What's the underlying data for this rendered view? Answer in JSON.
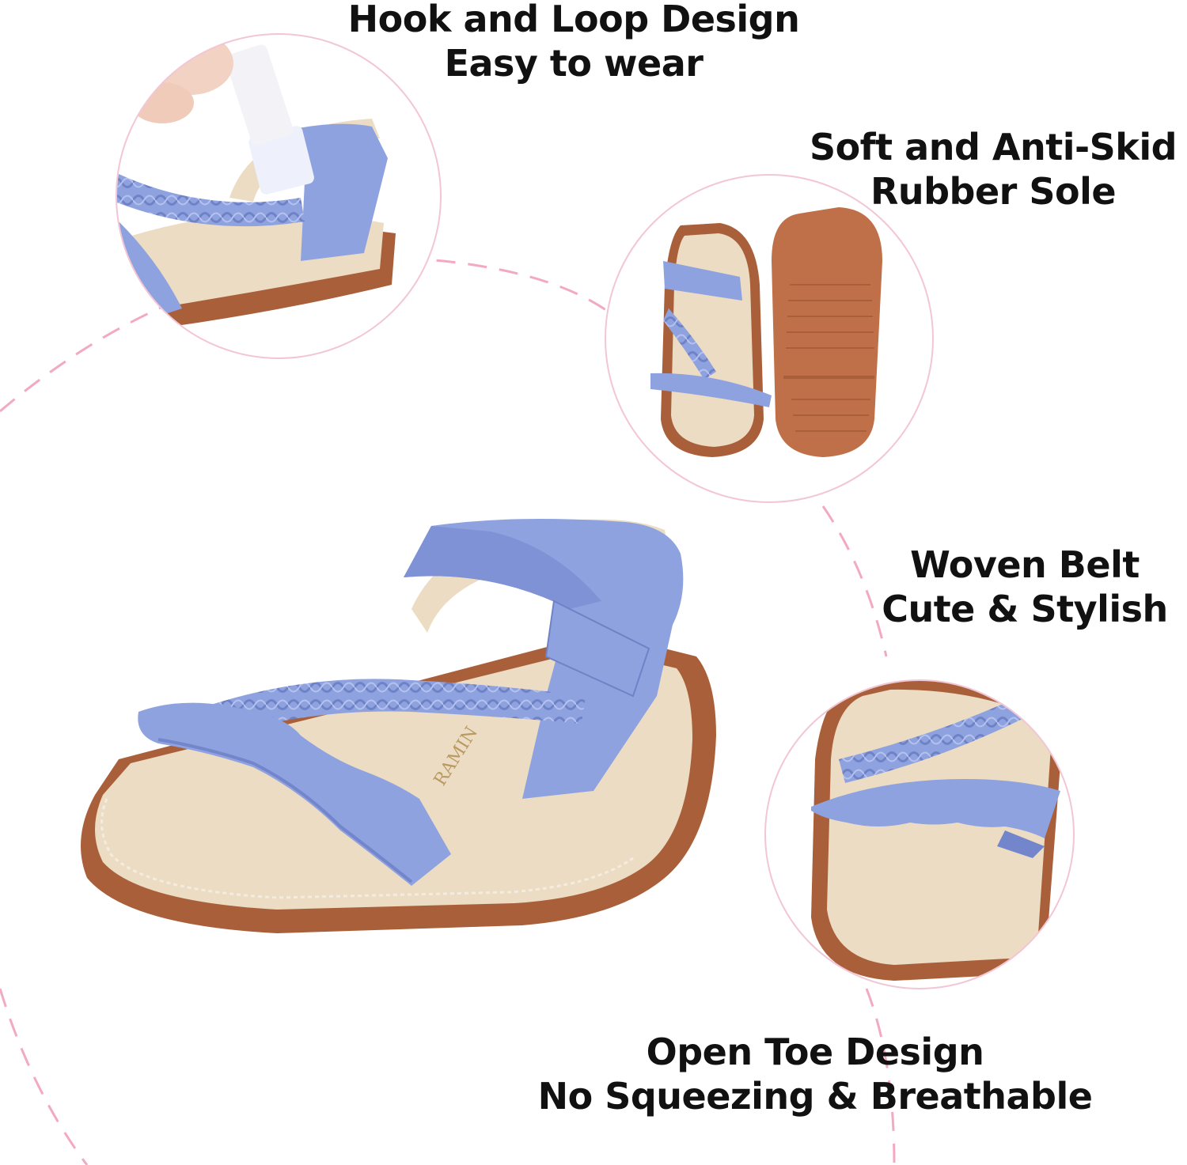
{
  "captions": {
    "hook": {
      "line1": "Hook and Loop Design",
      "line2": "Easy to wear"
    },
    "sole": {
      "line1": "Soft and Anti-Skid",
      "line2": "Rubber Sole"
    },
    "woven": {
      "line1": "Woven Belt",
      "line2": "Cute & Stylish"
    },
    "open": {
      "line1": "Open Toe Design",
      "line2": "No Squeezing & Breathable"
    }
  },
  "insole_brand": "RAMIN",
  "colors": {
    "strap": "#8fa2e0",
    "strap_shadow": "#7386cb",
    "insole": "#ecdcc3",
    "sole": "#a9603a",
    "outsole": "#c07048",
    "circle_stroke": "#f2c6d4",
    "dash": "#f3a9c3",
    "text": "#111111"
  }
}
